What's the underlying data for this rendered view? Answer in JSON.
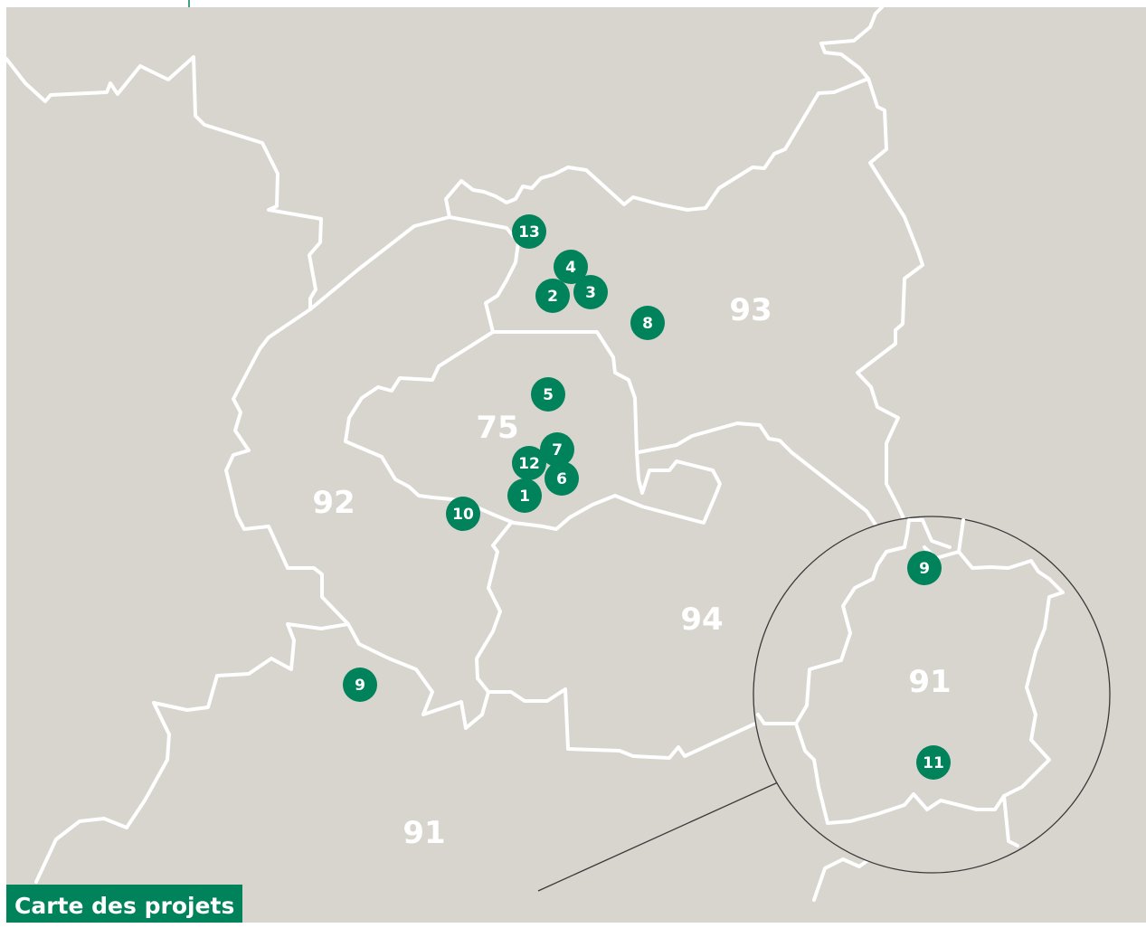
{
  "map": {
    "colors": {
      "land": "#d8d4ce",
      "border": "#ffffff",
      "pin": "#00825a",
      "inset_outline": "#3a3a3a"
    },
    "departments": [
      "93",
      "75",
      "92",
      "94",
      "91"
    ],
    "inset": {
      "department": "91"
    },
    "projects": [
      "13",
      "4",
      "2",
      "3",
      "8",
      "5",
      "7",
      "12",
      "6",
      "1",
      "10",
      "9",
      "9",
      "11"
    ]
  },
  "caption": {
    "title": "Carte des projets"
  }
}
